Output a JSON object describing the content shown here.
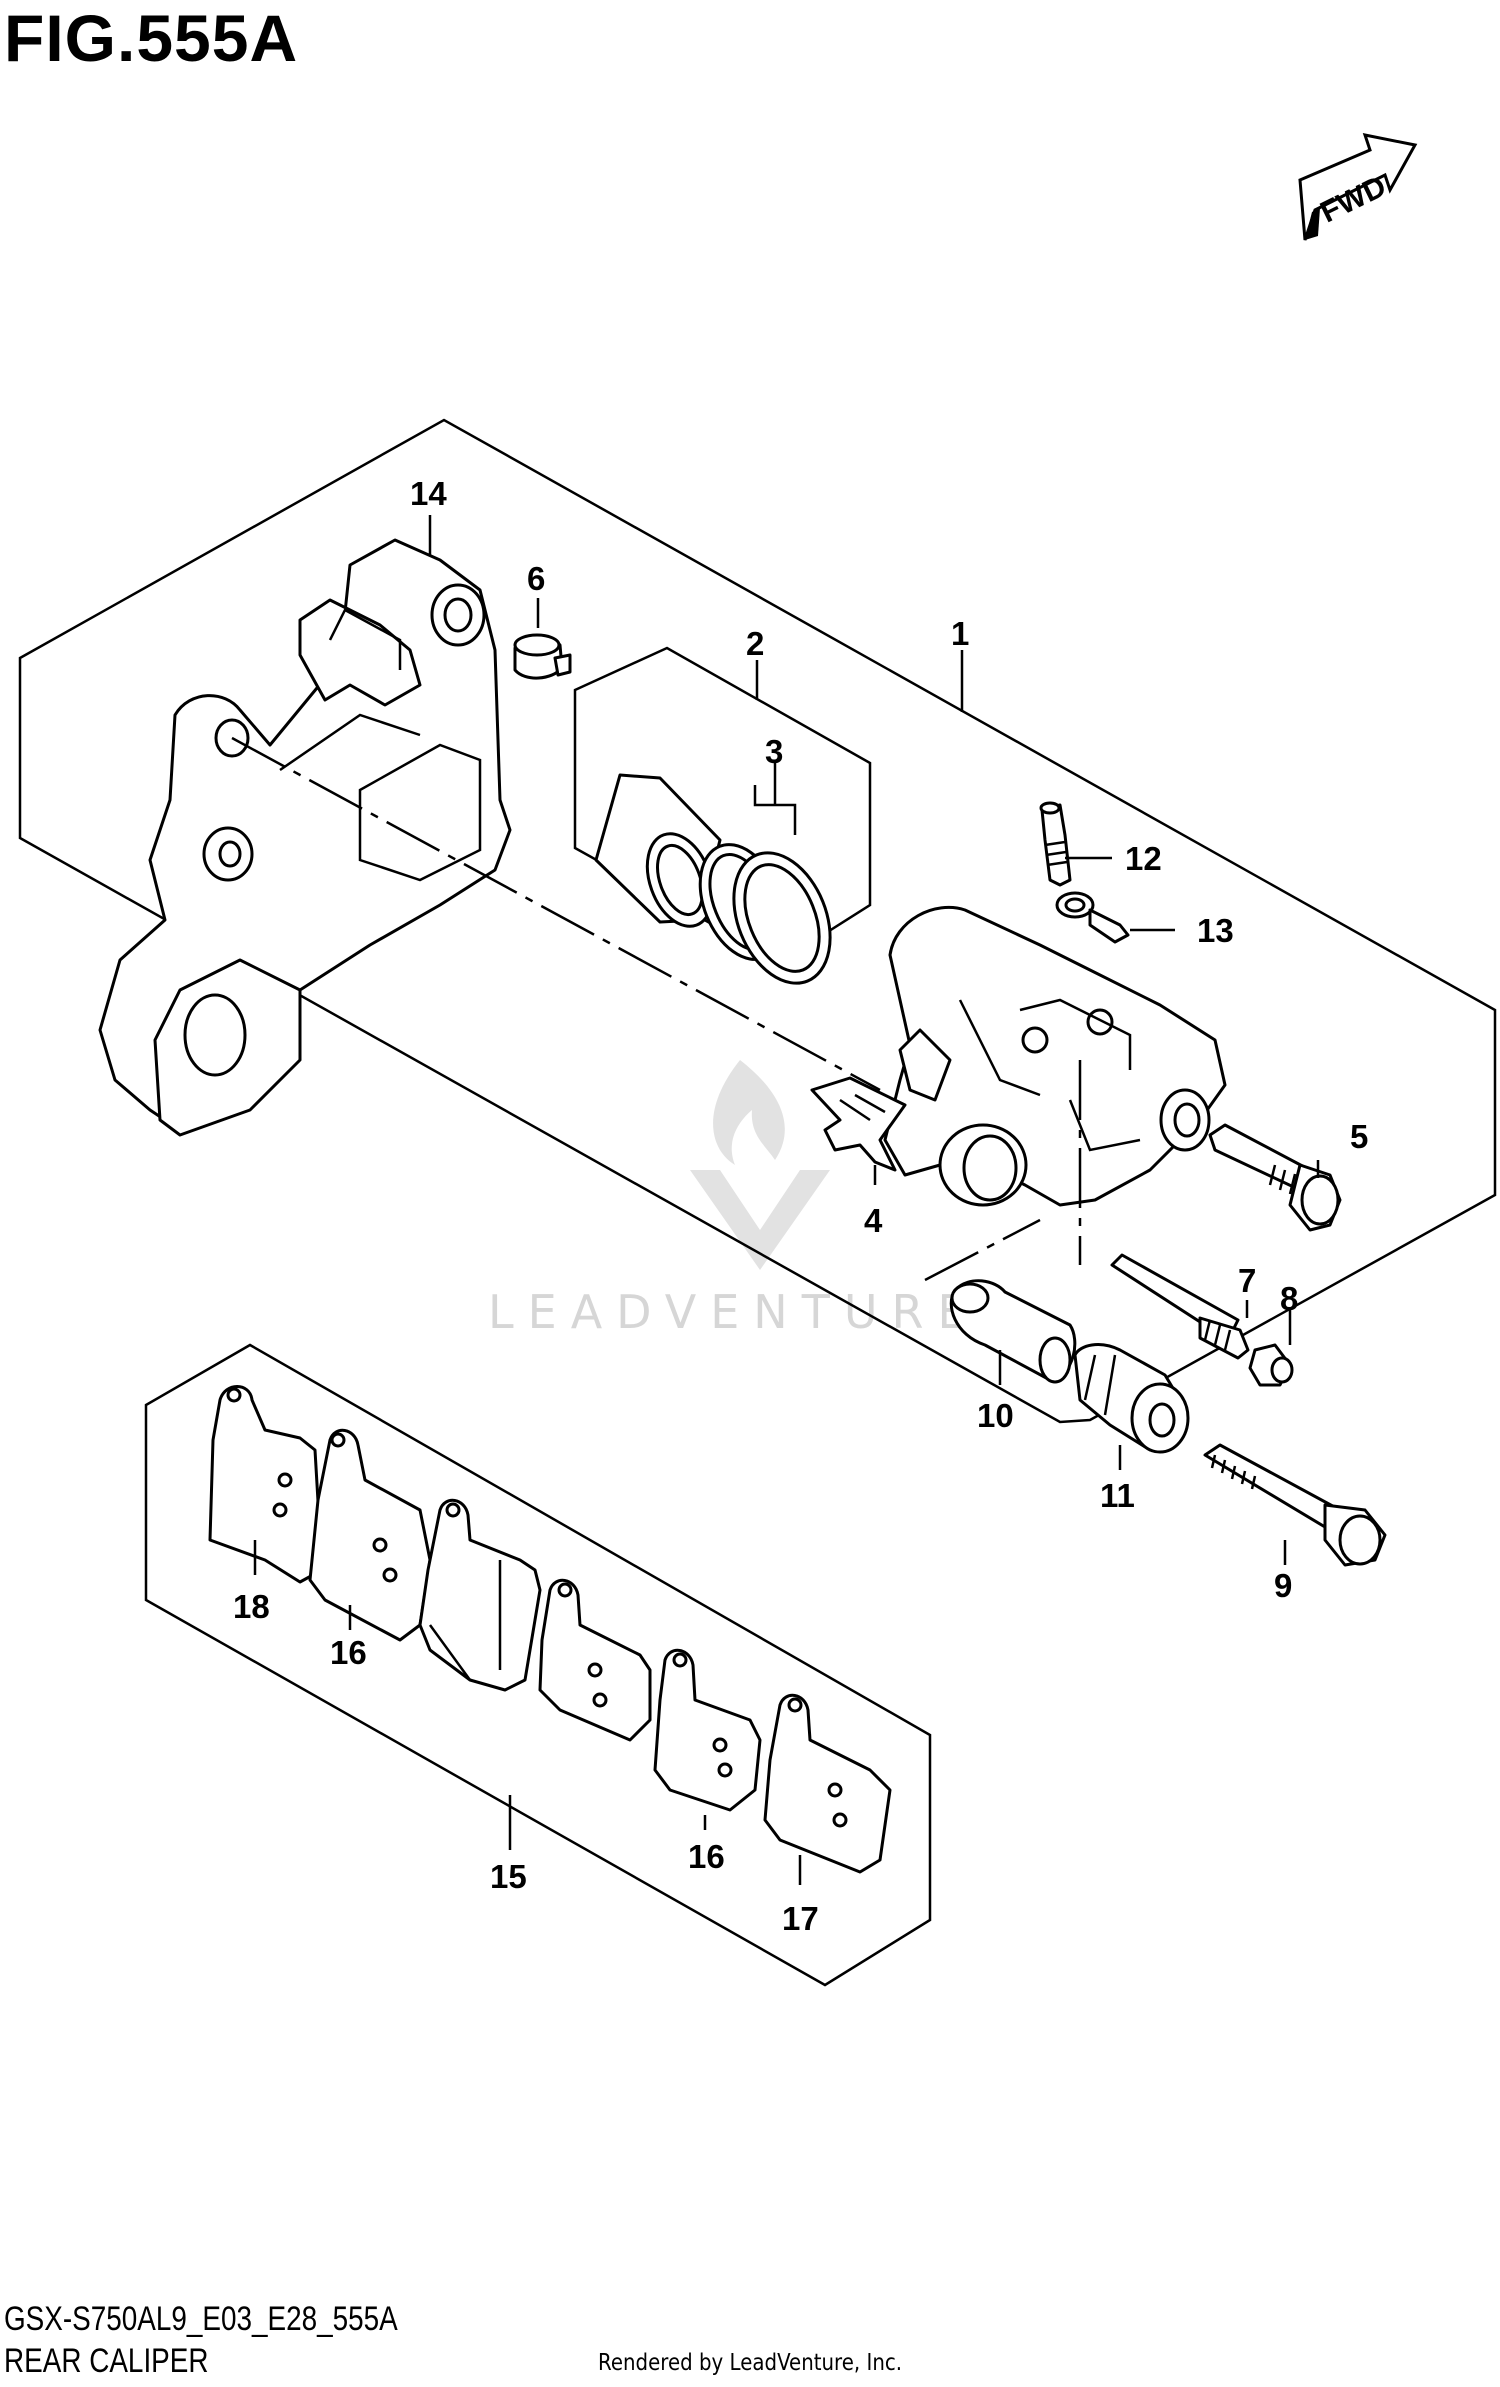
{
  "figure": {
    "title": "FIG.555A",
    "code": "GSX-S750AL9_E03_E28_555A",
    "name": "REAR CALIPER",
    "credit": "Rendered by LeadVenture, Inc.",
    "fwd_label": "FWD",
    "watermark": "LEADVENTURE"
  },
  "callouts": [
    {
      "id": "1",
      "part": "caliper-assembly"
    },
    {
      "id": "2",
      "part": "piston-set"
    },
    {
      "id": "3",
      "part": "piston-seal-set"
    },
    {
      "id": "4",
      "part": "pad-spring"
    },
    {
      "id": "5",
      "part": "bolt"
    },
    {
      "id": "6",
      "part": "boot"
    },
    {
      "id": "7",
      "part": "pad-pin"
    },
    {
      "id": "8",
      "part": "plug"
    },
    {
      "id": "9",
      "part": "bolt"
    },
    {
      "id": "10",
      "part": "slide-pin"
    },
    {
      "id": "11",
      "part": "boot"
    },
    {
      "id": "12",
      "part": "bleeder-valve"
    },
    {
      "id": "13",
      "part": "bleeder-cap"
    },
    {
      "id": "14",
      "part": "caliper-bracket"
    },
    {
      "id": "15",
      "part": "pad-set"
    },
    {
      "id": "16",
      "part": "brake-pad"
    },
    {
      "id": "16",
      "part": "brake-pad"
    },
    {
      "id": "17",
      "part": "shim"
    },
    {
      "id": "18",
      "part": "shim"
    }
  ],
  "colors": {
    "ink": "#000000",
    "watermark": "#d6d6d6",
    "background": "#ffffff"
  }
}
